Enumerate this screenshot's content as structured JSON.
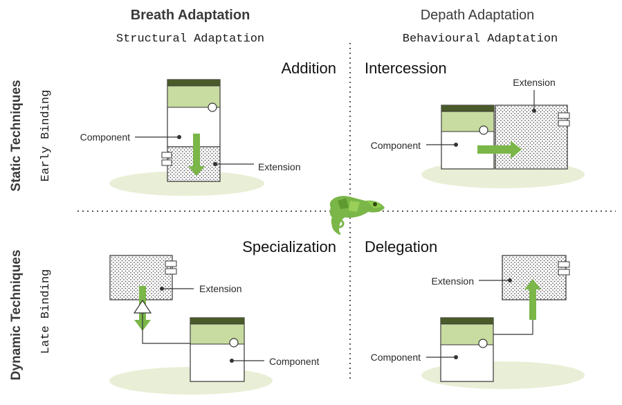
{
  "columns": {
    "breadth": {
      "title": "Breath Adaptation",
      "subtitle": "Structural Adaptation"
    },
    "depth": {
      "title": "Depath Adaptation",
      "subtitle": "Behavioural Adaptation"
    }
  },
  "rows": {
    "static": {
      "title": "Static Techniques",
      "subtitle": "Early Binding"
    },
    "dynamic": {
      "title": "Dynamic Techniques",
      "subtitle": "Late Binding"
    }
  },
  "quadrants": {
    "addition": {
      "title": "Addition",
      "component_label": "Component",
      "extension_label": "Extension"
    },
    "intercession": {
      "title": "Intercession",
      "component_label": "Component",
      "extension_label": "Extension"
    },
    "specialization": {
      "title": "Specialization",
      "component_label": "Component",
      "extension_label": "Extension"
    },
    "delegation": {
      "title": "Delegation",
      "component_label": "Component",
      "extension_label": "Extension"
    }
  },
  "colors": {
    "component_header": "#4a5a2a",
    "component_fill": "#c8dba0",
    "arrow_green": "#7ab648",
    "ellipse": "#e9efd6",
    "divider": "#555555"
  },
  "icons": {
    "center": "chameleon-icon"
  }
}
